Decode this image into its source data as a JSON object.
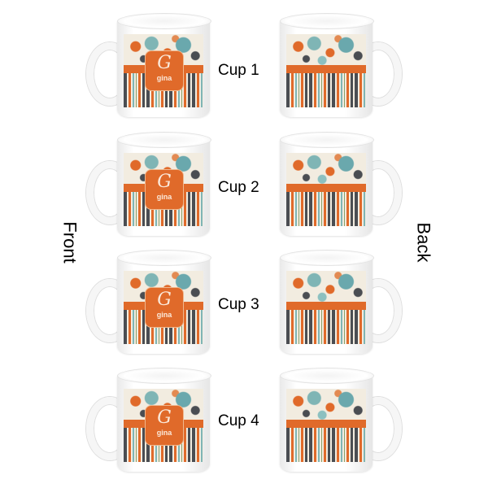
{
  "side_labels": {
    "front": "Front",
    "back": "Back"
  },
  "cups": [
    {
      "label": "Cup 1",
      "monogram": "G",
      "name": "gina"
    },
    {
      "label": "Cup 2",
      "monogram": "G",
      "name": "gina"
    },
    {
      "label": "Cup 3",
      "monogram": "G",
      "name": "gina"
    },
    {
      "label": "Cup 4",
      "monogram": "G",
      "name": "gina"
    }
  ],
  "colors": {
    "orange": "#e06a2a",
    "teal": "#7fb5b5",
    "charcoal": "#4a4d52",
    "cream": "#f2ece0",
    "olive": "#8aa06a"
  }
}
